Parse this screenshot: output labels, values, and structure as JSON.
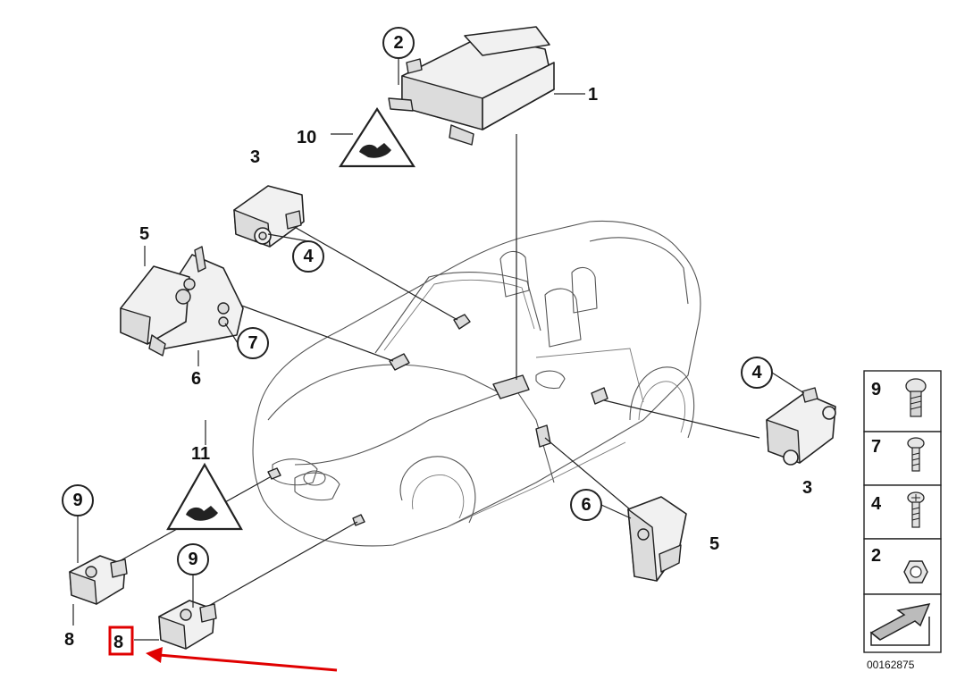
{
  "labels": {
    "l1": "1",
    "l2": "2",
    "l3a": "3",
    "l3b": "3",
    "l4a": "4",
    "l4b": "4",
    "l5a": "5",
    "l5b": "5",
    "l6a": "6",
    "l6b": "6",
    "l7": "7",
    "l8a": "8",
    "l8b": "8",
    "l9a": "9",
    "l9b": "9",
    "l10": "10",
    "l11": "11"
  },
  "legend": {
    "items": [
      "9",
      "7",
      "4",
      "2"
    ]
  },
  "diagram_number": "00162875",
  "highlight": {
    "color": "#e00000",
    "label": "8"
  }
}
